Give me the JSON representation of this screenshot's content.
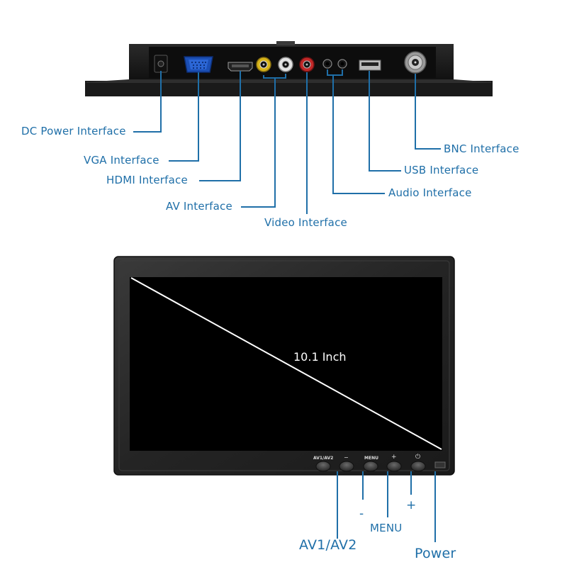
{
  "rear_panel": {
    "labels": {
      "dc_power": "DC Power Interface",
      "vga": "VGA  Interface",
      "hdmi": "HDMI  Interface",
      "av": "AV  Interface",
      "video": "Video  Interface",
      "audio": "Audio  Interface",
      "usb": "USB  Interface",
      "bnc": "BNC  Interface"
    }
  },
  "front_panel": {
    "screen_size": "10.1 Inch",
    "buttons": {
      "av": "AV1/AV2",
      "minus": "−",
      "menu": "MENU",
      "plus": "+",
      "power": "⏻"
    },
    "labels": {
      "minus": "-",
      "menu": "MENU",
      "plus": "+",
      "av": "AV1/AV2",
      "power": "Power"
    }
  },
  "colors": {
    "callout": "#1f6fa8",
    "bezel": "#1c1c1c",
    "screen": "#000000"
  }
}
